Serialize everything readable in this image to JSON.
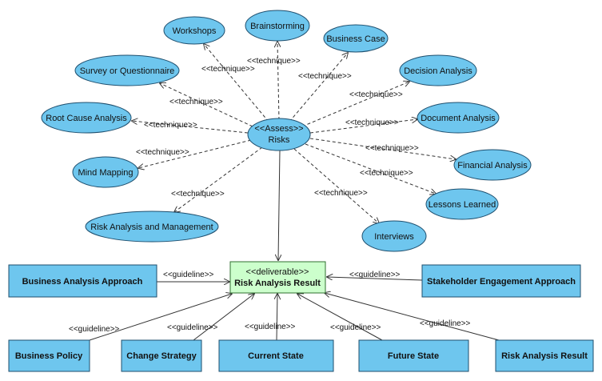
{
  "center": {
    "stereotype": "<<Assess>>",
    "name": "Risks"
  },
  "techniques": [
    {
      "label": "Workshops"
    },
    {
      "label": "Brainstorming"
    },
    {
      "label": "Business Case"
    },
    {
      "label": "Decision Analysis"
    },
    {
      "label": "Document Analysis"
    },
    {
      "label": "Financial Analysis"
    },
    {
      "label": "Lessons Learned"
    },
    {
      "label": "Interviews"
    },
    {
      "label": "Risk Analysis and Management"
    },
    {
      "label": "Mind Mapping"
    },
    {
      "label": "Root Cause Analysis"
    },
    {
      "label": "Survey or Questionnaire"
    }
  ],
  "technique_stereotype": "<<technique>>",
  "deliverable": {
    "stereotype": "<<deliverable>>",
    "name": "Risk Analysis Result"
  },
  "guideline_stereotype": "<<guideline>>",
  "guidelines": [
    {
      "label": "Business Analysis Approach"
    },
    {
      "label": "Stakeholder Engagement Approach"
    },
    {
      "label": "Business Policy"
    },
    {
      "label": "Change Strategy"
    },
    {
      "label": "Current State"
    },
    {
      "label": "Future State"
    },
    {
      "label": "Risk Analysis Result"
    }
  ],
  "colors": {
    "node_fill": "#6ec6ee",
    "deliverable_fill": "#ccffcc"
  }
}
